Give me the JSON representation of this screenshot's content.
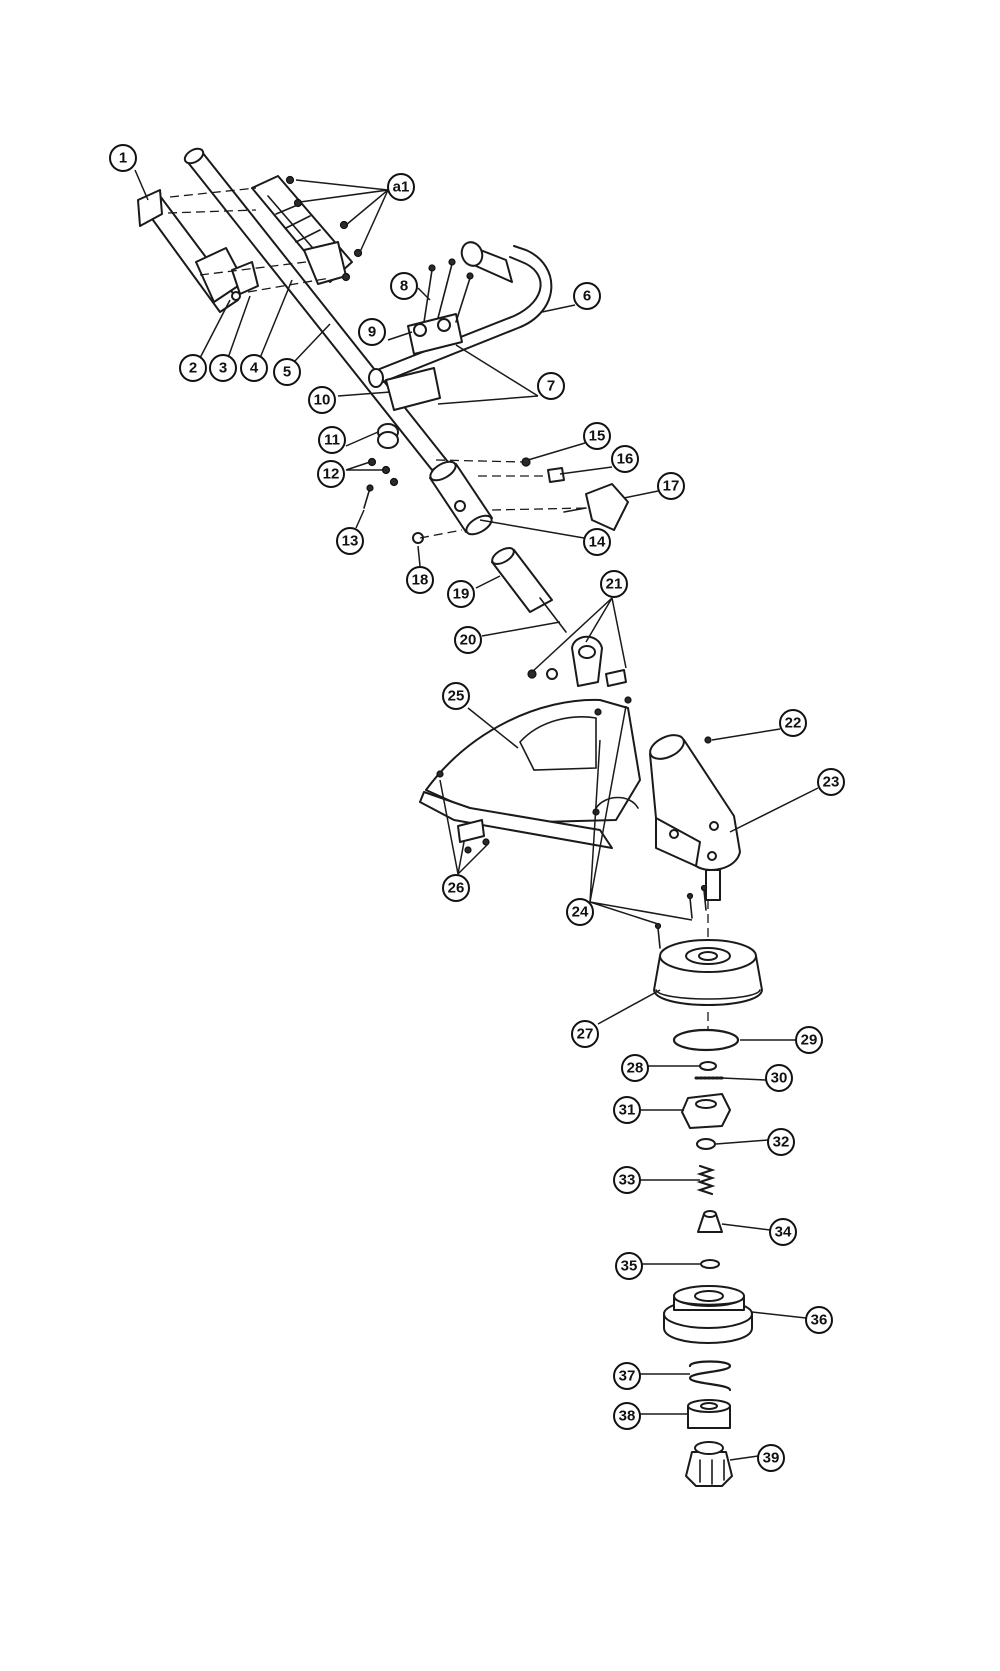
{
  "diagram": {
    "type": "exploded-parts-view",
    "callouts": [
      "1",
      "a1",
      "2",
      "3",
      "4",
      "5",
      "6",
      "7",
      "8",
      "9",
      "10",
      "11",
      "12",
      "13",
      "14",
      "15",
      "16",
      "17",
      "18",
      "19",
      "20",
      "21",
      "22",
      "23",
      "24",
      "25",
      "26",
      "27",
      "28",
      "29",
      "30",
      "31",
      "32",
      "33",
      "34",
      "35",
      "36",
      "37",
      "38",
      "39"
    ]
  }
}
